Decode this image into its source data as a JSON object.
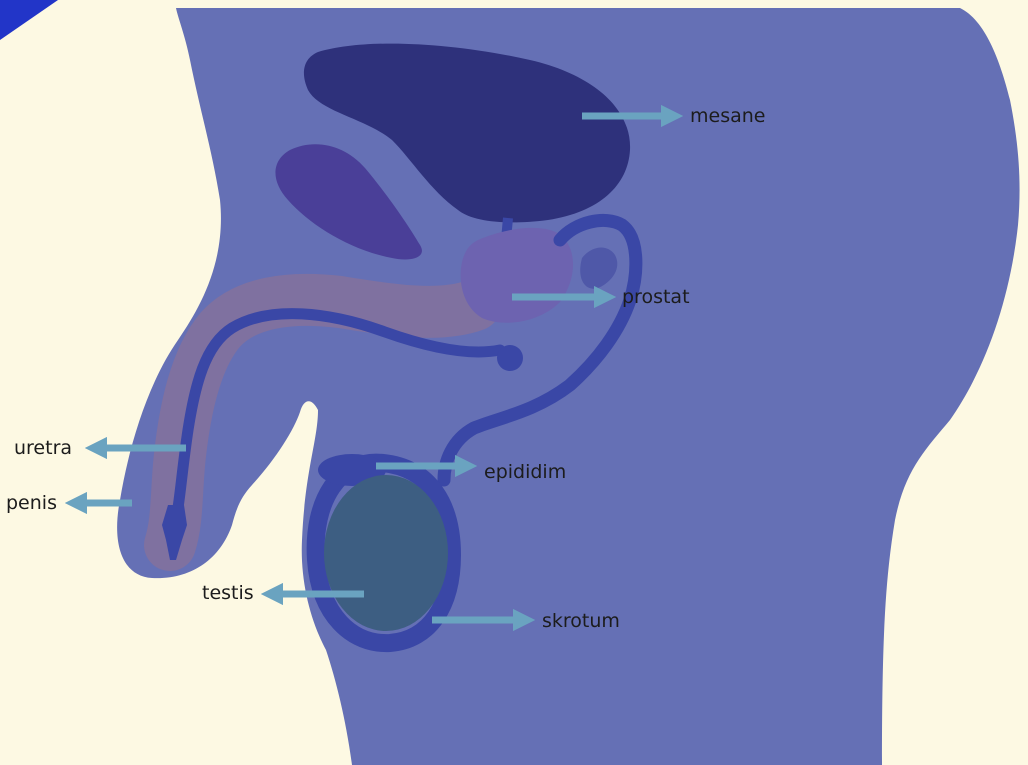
{
  "labels": {
    "mesane": "mesane",
    "prostat": "prostat",
    "uretra": "uretra",
    "penis": "penis",
    "epididim": "epididim",
    "testis": "testis",
    "skrotum": "skrotum"
  },
  "colors": {
    "background": "#fdf9e3",
    "body": "#6570b5",
    "bladder": "#2e317b",
    "pubic_bone": "#4a3f98",
    "prostate": "#6d63b0",
    "duct": "#3a47a6",
    "penile_tissue": "#84719c",
    "testis": "#3d5e82",
    "arrow": "#6aa3c0",
    "corner_triangle": "#2235c8"
  }
}
